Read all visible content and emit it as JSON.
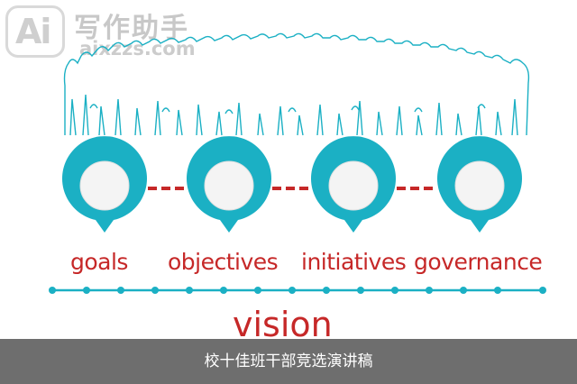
{
  "watermark": {
    "mark": "Ai",
    "name_cn": "写作助手",
    "url": "aixzzs.com"
  },
  "steps": [
    "goals",
    "objectives",
    "initiatives",
    "governance"
  ],
  "bottom_word": "vision",
  "caption": "校十佳班干部竞选演讲稿",
  "colors": {
    "teal": "#1bb0c4",
    "red": "#c62828",
    "caption_bg": "#5a5a5a"
  }
}
